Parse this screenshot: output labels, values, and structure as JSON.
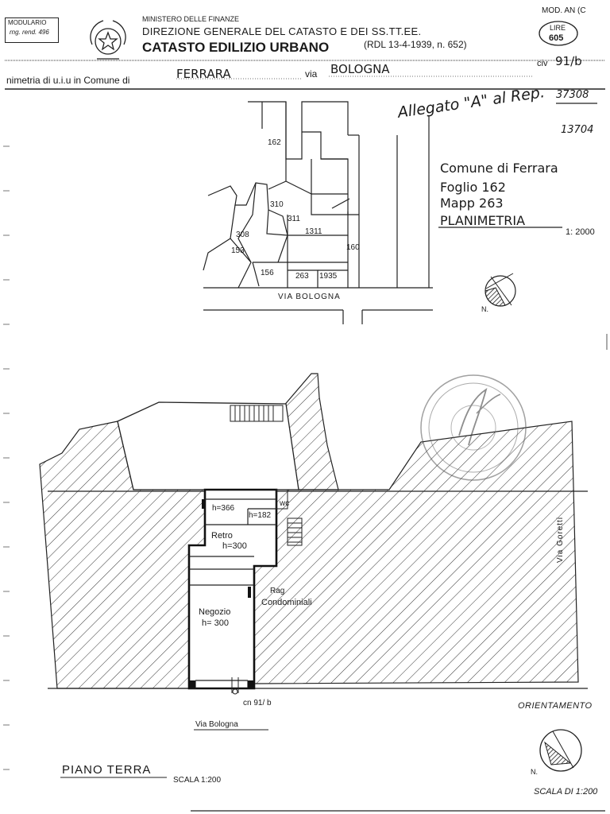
{
  "header": {
    "modulario_line1": "MODULARIO",
    "modulario_line2": "rng. rend. 496",
    "ministry": "MINISTERO DELLE FINANZE",
    "directorate": "DIREZIONE GENERALE DEL CATASTO E DEI SS.TT.EE.",
    "registry": "CATASTO EDILIZIO URBANO",
    "law": "(RDL 13-4-1939, n. 652)",
    "mod_code": "MOD. AN (C",
    "lire_label": "LIRE",
    "lire_value": "605"
  },
  "address_line": {
    "prefix": "nimetria di u.i.u  in  Comune di",
    "comune": "FERRARA",
    "via_label": "via",
    "via": "BOLOGNA",
    "civ_label": "civ",
    "civ": "91/b"
  },
  "annotation": {
    "allegato": "Allegato \"A\" al Rep.",
    "rep_number": "37308",
    "racc_number": "13704"
  },
  "site_plan": {
    "comune": "Comune di Ferrara",
    "foglio": "Foglio 162",
    "mapp": "Mapp 263",
    "title": "PLANIMETRIA",
    "scale": "1: 2000",
    "street": "VIA   BOLOGNA",
    "north_label": "N.",
    "parcels": [
      "162",
      "310",
      "311",
      "1311",
      "308",
      "153",
      "156",
      "263",
      "1935",
      "160"
    ]
  },
  "floor_plan": {
    "rooms": {
      "h366": "h=366",
      "h182": "h=182",
      "wc": "wc",
      "retro": "Retro",
      "retro_h": "h=300",
      "negozio": "Negozio",
      "negozio_h": "h= 300",
      "rag": "Rag",
      "condominiali": "Condominiali"
    },
    "civ_marker": "cn 91/ b",
    "street_bottom": "Via     Bologna",
    "street_right": "Via   Goretti"
  },
  "footer": {
    "orientamento": "ORIENTAMENTO",
    "north_label": "N.",
    "piano": "PIANO   TERRA",
    "scala": "SCALA  1:200",
    "scala_di": "SCALA DI 1:200"
  }
}
